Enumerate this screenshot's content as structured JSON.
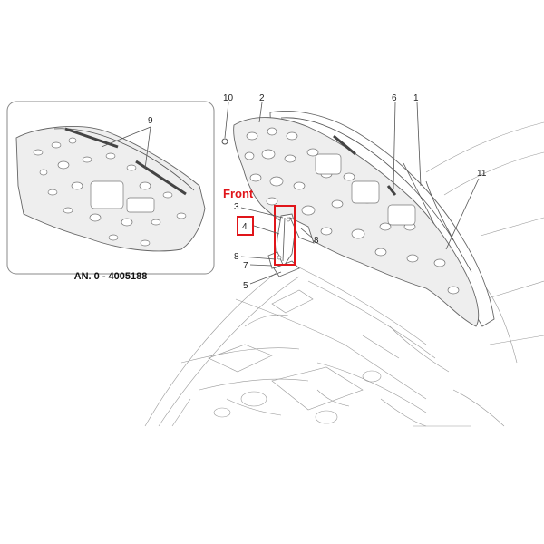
{
  "callouts": {
    "n1": "1",
    "n2": "2",
    "n3": "3",
    "n4": "4",
    "n5": "5",
    "n6": "6",
    "n7": "7",
    "n8": "8",
    "n9": "9",
    "n10": "10",
    "n11": "11"
  },
  "front_label": "Front",
  "inset_caption": "AN. 0 - 4005188",
  "colors": {
    "highlight": "#e0151a",
    "line": "#555555",
    "pad_fill": "#eeeeee"
  }
}
